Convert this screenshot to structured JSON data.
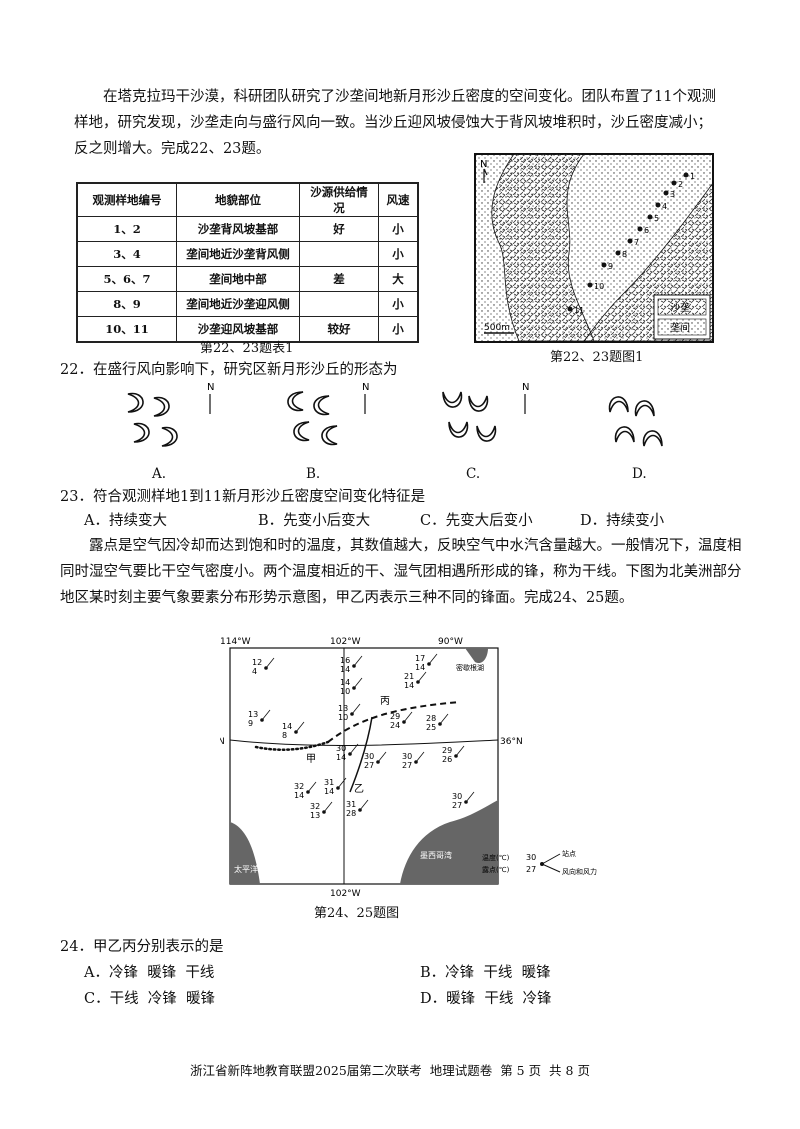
{
  "intro": "在塔克拉玛干沙漠，科研团队研究了沙垄间地新月形沙丘密度的空间变化。团队布置了11个观测样地，研究发现，沙垄走向与盛行风向一致。当沙丘迎风坡侵蚀大于背风坡堆积时，沙丘密度减小；反之则增大。完成22、23题。",
  "table1": {
    "headers": [
      "观测样地编号",
      "地貌部位",
      "沙源供给情况",
      "风速"
    ],
    "rows": [
      [
        "1、2",
        "沙垄背风坡基部",
        "好",
        "小"
      ],
      [
        "3、4",
        "垄间地近沙垄背风侧",
        "",
        "小"
      ],
      [
        "5、6、7",
        "垄间地中部",
        "差",
        "大"
      ],
      [
        "8、9",
        "垄间地近沙垄迎风侧",
        "",
        "小"
      ],
      [
        "10、11",
        "沙垄迎风坡基部",
        "较好",
        "小"
      ]
    ],
    "caption": "第22、23题表1"
  },
  "fig1": {
    "caption": "第22、23题图1",
    "north": "N",
    "scale": "500m",
    "legend": [
      "沙垄",
      "垄间"
    ],
    "sites": [
      "1",
      "2",
      "3",
      "4",
      "5",
      "6",
      "7",
      "8",
      "9",
      "10",
      "11"
    ]
  },
  "q22": {
    "stem": "22．在盛行风向影响下，研究区新月形沙丘的形态为",
    "north": "N",
    "options": [
      "A.",
      "B.",
      "C.",
      "D."
    ]
  },
  "q23": {
    "stem": "23．符合观测样地1到11新月形沙丘密度空间变化特征是",
    "options": [
      "A．持续变大",
      "B．先变小后变大",
      "C．先变大后变小",
      "D．持续变小"
    ]
  },
  "intro2": "露点是空气因冷却而达到饱和时的温度，其数值越大，反映空气中水汽含量越大。一般情况下，温度相同时湿空气要比干空气密度小。两个温度相近的干、湿气团相遇所形成的锋，称为干线。下图为北美洲部分地区某时刻主要气象要素分布形势示意图，甲乙丙表示三种不同的锋面。完成24、25题。",
  "fig2": {
    "caption": "第24、25题图",
    "lon_top": [
      "114°W",
      "102°W",
      "90°W"
    ],
    "lon_bottom": "102°W",
    "lat": "36°N",
    "labels": {
      "jia": "甲",
      "yi": "乙",
      "bing": "丙",
      "lake": "密歇根湖",
      "gulf": "墨西哥湾",
      "pacific": "太平洋"
    },
    "stations": [
      {
        "t": "12",
        "d": "4"
      },
      {
        "t": "13",
        "d": "9"
      },
      {
        "t": "14",
        "d": "8"
      },
      {
        "t": "16",
        "d": "14"
      },
      {
        "t": "14",
        "d": "10"
      },
      {
        "t": "13",
        "d": "10"
      },
      {
        "t": "17",
        "d": "14"
      },
      {
        "t": "21",
        "d": "14"
      },
      {
        "t": "29",
        "d": "24"
      },
      {
        "t": "28",
        "d": "25"
      },
      {
        "t": "30",
        "d": "14"
      },
      {
        "t": "30",
        "d": "27"
      },
      {
        "t": "30",
        "d": "27"
      },
      {
        "t": "29",
        "d": "26"
      },
      {
        "t": "32",
        "d": "14"
      },
      {
        "t": "31",
        "d": "14"
      },
      {
        "t": "32",
        "d": "13"
      },
      {
        "t": "31",
        "d": "28"
      },
      {
        "t": "30",
        "d": "27"
      }
    ],
    "legend": {
      "temp": "温度(℃)",
      "dew": "露点(℃)",
      "station": "站点",
      "wind": "风向和风力",
      "t": "30",
      "d": "27"
    }
  },
  "q24": {
    "stem": "24．甲乙丙分别表示的是",
    "options": [
      "A．冷锋  暖锋  干线",
      "B．冷锋  干线  暖锋",
      "C．干线  冷锋  暖锋",
      "D．暖锋  干线  冷锋"
    ]
  },
  "footer": "浙江省新阵地教育联盟2025届第二次联考  地理试题卷  第 5 页  共 8 页"
}
